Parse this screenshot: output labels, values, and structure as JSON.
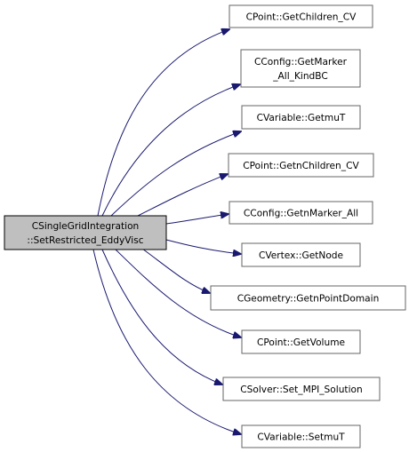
{
  "diagram": {
    "type": "call-graph",
    "colors": {
      "edge": "#191970",
      "node_border": "#666666",
      "node_fill": "#ffffff",
      "root_fill": "#bfbfbf",
      "root_border": "#000000"
    },
    "root": {
      "lines": [
        "CSingleGridIntegration",
        "::SetRestricted_EddyVisc"
      ]
    },
    "callees": [
      {
        "lines": [
          "CPoint::GetChildren_CV"
        ]
      },
      {
        "lines": [
          "CConfig::GetMarker",
          "_All_KindBC"
        ]
      },
      {
        "lines": [
          "CVariable::GetmuT"
        ]
      },
      {
        "lines": [
          "CPoint::GetnChildren_CV"
        ]
      },
      {
        "lines": [
          "CConfig::GetnMarker_All"
        ]
      },
      {
        "lines": [
          "CVertex::GetNode"
        ]
      },
      {
        "lines": [
          "CGeometry::GetnPointDomain"
        ]
      },
      {
        "lines": [
          "CPoint::GetVolume"
        ]
      },
      {
        "lines": [
          "CSolver::Set_MPI_Solution"
        ]
      },
      {
        "lines": [
          "CVariable::SetmuT"
        ]
      }
    ]
  }
}
